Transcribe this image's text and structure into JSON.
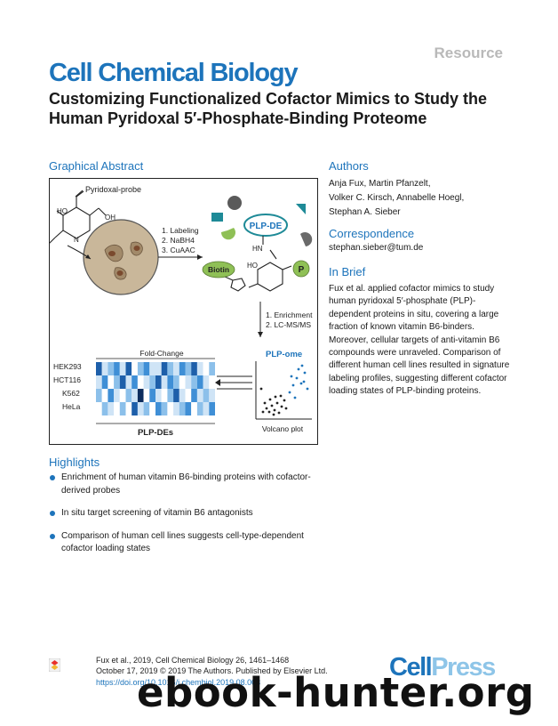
{
  "header": {
    "section_label": "Resource",
    "journal": "Cell Chemical Biology",
    "title": "Customizing Functionalized Cofactor Mimics to Study the Human Pyridoxal 5′-Phosphate-Binding Proteome"
  },
  "graphical_abstract": {
    "heading": "Graphical Abstract",
    "probe_label": "Pyridoxal-probe",
    "steps_1": [
      "1. Labeling",
      "2. NaBH4",
      "3. CuAAC"
    ],
    "plp_de_bubble": "PLP-DE",
    "hn_label": "HN",
    "ho_label_probe": "HO",
    "oh_label_probe": "OH",
    "ho_label_product": "HO",
    "n_label": "N",
    "biotin_label": "Biotin",
    "p_label": "P",
    "steps_2": [
      "1. Enrichment",
      "2. LC-MS/MS"
    ],
    "plp_ome_label": "PLP-ome",
    "fold_change_label": "Fold-Change",
    "cell_lines": [
      "HEK293",
      "HCT116",
      "K562",
      "HeLa"
    ],
    "plp_des_label": "PLP-DEs",
    "volcano_label": "Volcano plot"
  },
  "authors_section": {
    "heading": "Authors",
    "lines": [
      "Anja Fux, Martin Pfanzelt,",
      "Volker C. Kirsch, Annabelle Hoegl,",
      "Stephan A. Sieber"
    ]
  },
  "correspondence": {
    "heading": "Correspondence",
    "email": "stephan.sieber@tum.de"
  },
  "in_brief": {
    "heading": "In Brief",
    "text": "Fux et al. applied cofactor mimics to study human pyridoxal 5′-phosphate (PLP)-dependent proteins in situ, covering a large fraction of known vitamin B6-binders. Moreover, cellular targets of anti-vitamin B6 compounds were unraveled. Comparison of different human cell lines resulted in signature labeling profiles, suggesting different cofactor loading states of PLP-binding proteins."
  },
  "highlights": {
    "heading": "Highlights",
    "items": [
      "Enrichment of human vitamin B6-binding proteins with cofactor-derived probes",
      "In situ target screening of vitamin B6 antagonists",
      "Comparison of human cell lines suggests cell-type-dependent cofactor loading states"
    ]
  },
  "footer": {
    "citation": "Fux et al., 2019, Cell Chemical Biology 26, 1461–1468",
    "date_line": "October 17, 2019 © 2019 The Authors. Published by Elsevier Ltd.",
    "doi": "https://doi.org/10.1016/j.chembiol.2019.08.003",
    "publisher_logo_cell": "Cell",
    "publisher_logo_press": "Press"
  },
  "watermark": "ebook-hunter.org",
  "colors": {
    "accent_blue": "#1d74bb",
    "light_blue": "#8ec5e8",
    "teal": "#1e8a97",
    "green": "#8fc056",
    "cell_fill": "#c9b79a",
    "nucleus": "#7a4a2e"
  }
}
